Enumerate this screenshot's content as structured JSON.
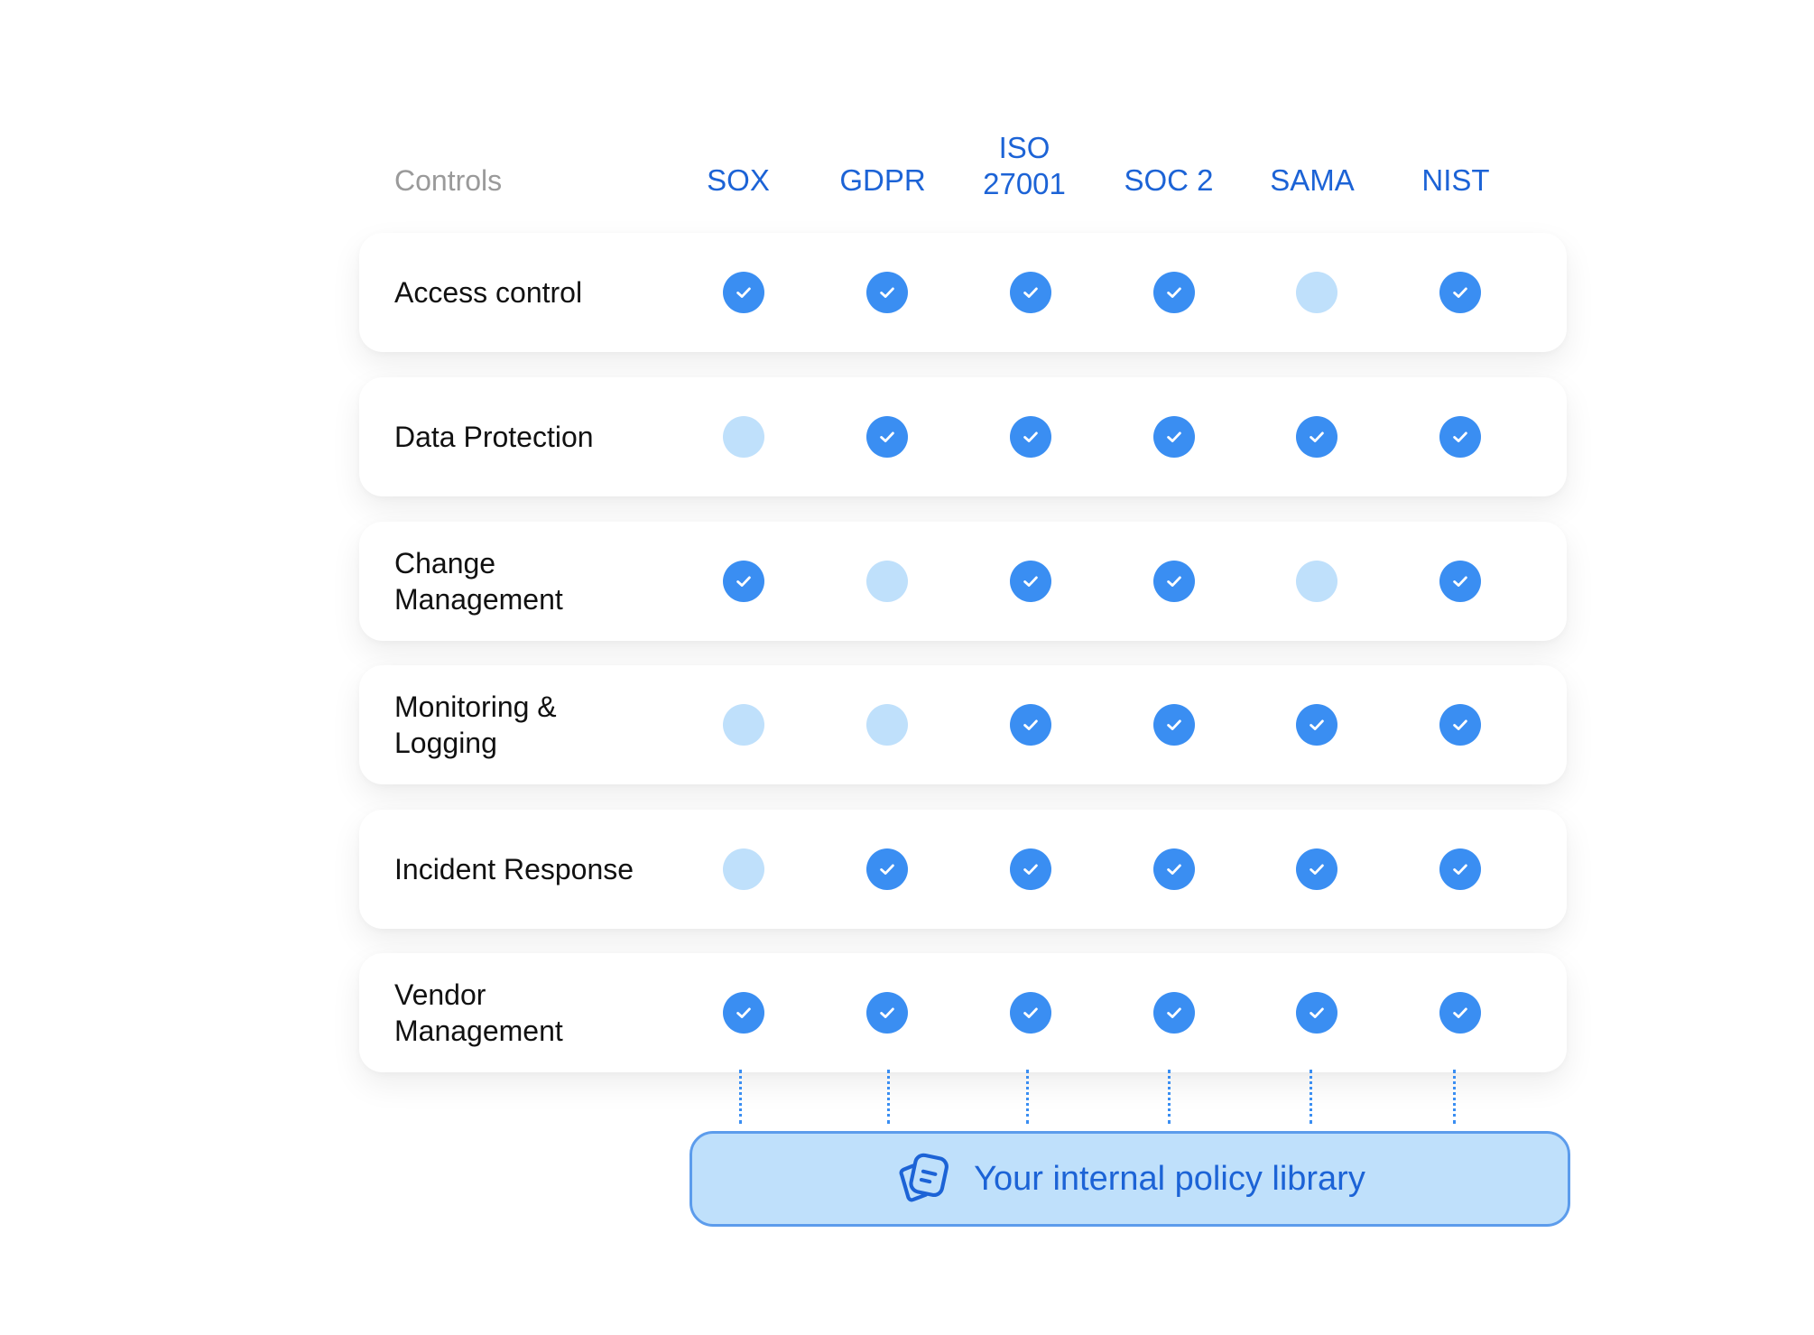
{
  "header": {
    "controls_label": "Controls",
    "frameworks": [
      "SOX",
      "GDPR",
      "ISO\n27001",
      "SOC 2",
      "SAMA",
      "NIST"
    ]
  },
  "rows": [
    {
      "label": "Access control",
      "status": [
        true,
        true,
        true,
        true,
        false,
        true
      ]
    },
    {
      "label": "Data Protection",
      "status": [
        false,
        true,
        true,
        true,
        true,
        true
      ]
    },
    {
      "label": "Change\nManagement",
      "status": [
        true,
        false,
        true,
        true,
        false,
        true
      ]
    },
    {
      "label": "Monitoring &\nLogging",
      "status": [
        false,
        false,
        true,
        true,
        true,
        true
      ]
    },
    {
      "label": "Incident Response",
      "status": [
        false,
        true,
        true,
        true,
        true,
        true
      ]
    },
    {
      "label": "Vendor\nManagement",
      "status": [
        true,
        true,
        true,
        true,
        true,
        true
      ]
    }
  ],
  "library": {
    "label": "Your internal policy library",
    "icon": "policy-document-icon"
  },
  "colors": {
    "accent": "#3a8ef2",
    "accent_text": "#1c63d6",
    "inactive": "#bfe0fb",
    "header_muted": "#9a9a9a"
  }
}
